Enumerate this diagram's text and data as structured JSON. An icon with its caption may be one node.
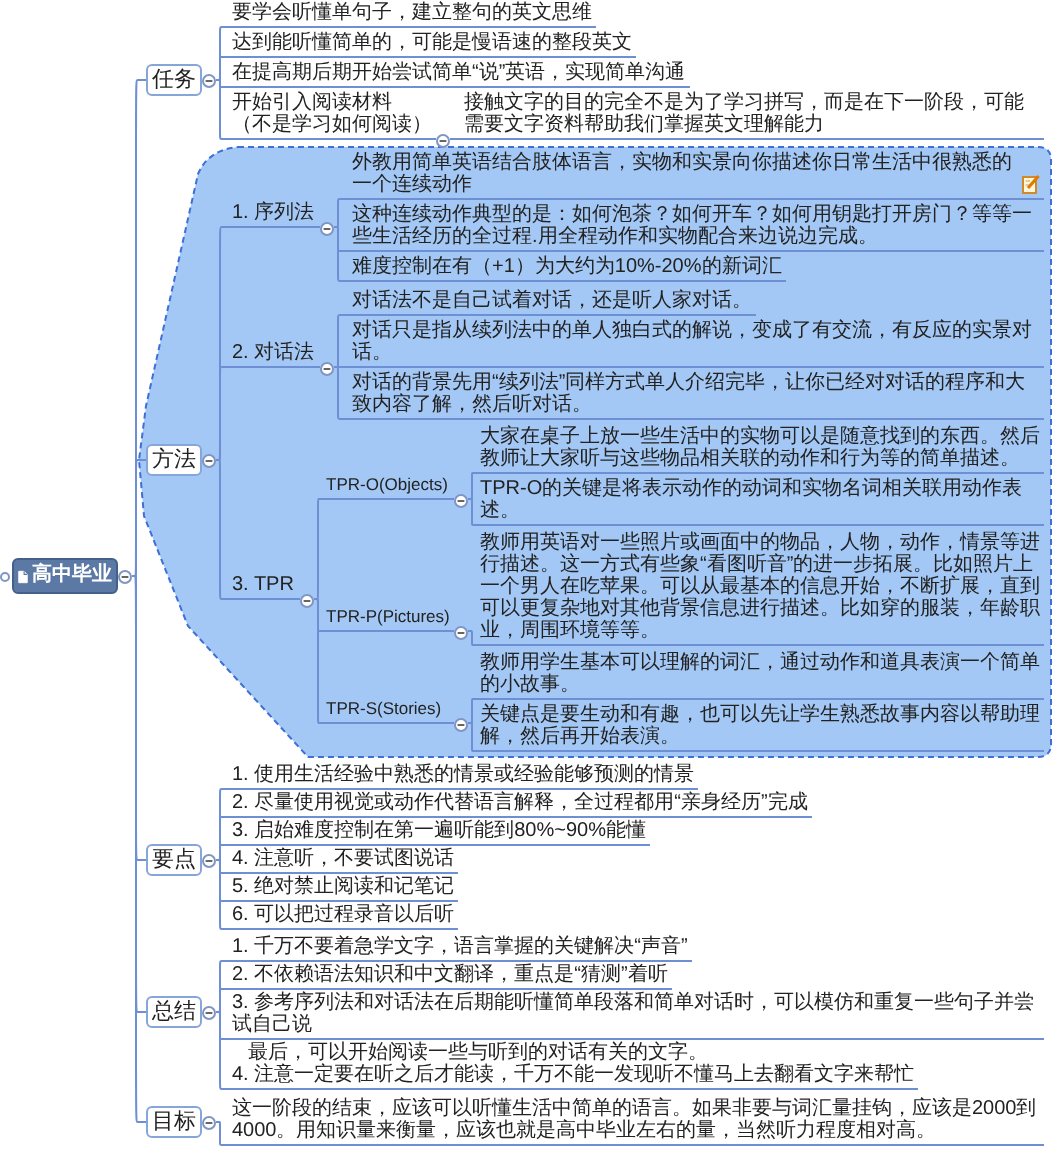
{
  "diagram": {
    "nodes": [
      {
        "text": [
          "高中毕业"
        ]
      },
      {
        "text": [
          "任务"
        ]
      },
      {
        "text": [
          "要学会听懂单句子，建立整句的英文思维"
        ]
      },
      {
        "text": [
          "达到能听懂简单的，可能是慢语速的整段英文"
        ]
      },
      {
        "text": [
          "在提高期后期开始尝试简单“说”英语，实现简单沟通"
        ]
      },
      {
        "text": [
          "开始引入阅读材料（不是学习如何阅读）"
        ]
      },
      {
        "text": [
          "接触文字的目的完全不是为了学习拼写，而是在下一阶段，可能需要文字资料帮助我们掌握英文理解能力"
        ]
      },
      {
        "text": [],
        "shape": "box"
      },
      {
        "text": [
          "方法"
        ],
        "in": 7
      },
      {
        "text": [
          "1. 序列法"
        ],
        "in": 7
      },
      {
        "text": [
          "外教用简单英语结合肢体语言，实物和实景向你描述你日常生活中很熟悉的一个连续动作"
        ],
        "in": 7
      },
      {
        "text": [
          "这种连续动作典型的是：如何泡茶？如何开车？如何用钥匙打开房门？等等一些生活经历的全过程.用全程动作和实物配合来边说边完成。"
        ],
        "in": 7
      },
      {
        "text": [
          "难度控制在有（+1）为大约为10%-20%的新词汇"
        ],
        "in": 7
      },
      {
        "text": [
          "2. 对话法"
        ],
        "in": 7
      },
      {
        "text": [
          "对话法不是自己试着对话，还是听人家对话。"
        ],
        "in": 7
      },
      {
        "text": [
          "对话只是指从续列法中的单人独白式的解说，变成了有交流，有反应的实景对话。"
        ],
        "in": 7
      },
      {
        "text": [
          "对话的背景先用“续列法”同样方式单人介绍完毕，让你已经对对话的程序和大致内容了解，然后听对话。"
        ],
        "in": 7
      },
      {
        "text": [
          "3. TPR"
        ],
        "in": 7
      },
      {
        "text": [
          "TPR-O(Objects)"
        ],
        "in": 7
      },
      {
        "text": [
          "大家在桌子上放一些生活中的实物可以是随意找到的东西。然后教师让大家听与这些物品相关联的动作和行为等的简单描述。"
        ],
        "in": 7
      },
      {
        "text": [
          "TPR-O的关键是将表示动作的动词和实物名词相关联用动作表述。"
        ],
        "in": 7
      },
      {
        "text": [
          "TPR-P(Pictures)"
        ],
        "in": 7
      },
      {
        "text": [
          "教师用英语对一些照片或画面中的物品，人物，动作，情景等进行描述。这一方式有些象“看图听音”的进一步拓展。比如照片上一个男人在吃苹果。可以从最基本的信息开始，不断扩展，直到可以更复杂地对其他背景信息进行描述。比如穿的服装，年龄职业，周围环境等等。"
        ],
        "in": 7
      },
      {
        "text": [
          "TPR-S(Stories)"
        ],
        "in": 7
      },
      {
        "text": [
          "教师用学生基本可以理解的词汇，通过动作和道具表演一个简单的小故事。"
        ],
        "in": 7
      },
      {
        "text": [
          "关键点是要生动和有趣，也可以先让学生熟悉故事内容以帮助理解，然后再开始表演。"
        ],
        "in": 7
      },
      {
        "text": [
          "要点"
        ]
      },
      {
        "text": [
          "1. 使用生活经验中熟悉的情景或经验能够预测的情景"
        ]
      },
      {
        "text": [
          "2. 尽量使用视觉或动作代替语言解释，全过程都用“亲身经历”完成"
        ]
      },
      {
        "text": [
          "3. 启始难度控制在第一遍听能到80%~90%能懂"
        ]
      },
      {
        "text": [
          "4. 注意听，不要试图说话"
        ]
      },
      {
        "text": [
          "5. 绝对禁止阅读和记笔记"
        ]
      },
      {
        "text": [
          "6. 可以把过程录音以后听"
        ]
      },
      {
        "text": [
          "总结"
        ]
      },
      {
        "text": [
          "1. 千万不要着急学文字，语言掌握的关键解决“声音”"
        ]
      },
      {
        "text": [
          "2. 不依赖语法知识和中文翻译，重点是“猜测”着听"
        ]
      },
      {
        "text": [
          "3. 参考序列法和对话法在后期能听懂简单段落和简单对话时，可以模仿和重复一些句子并尝试自己说"
        ]
      },
      {
        "text": [
          "最后，可以开始阅读一些与听到的对话有关的文字。",
          "4. 注意一定要在听之后才能读，千万不能一发现听不懂马上去翻看文字来帮忙"
        ]
      },
      {
        "text": [
          "目标"
        ]
      },
      {
        "text": [
          "这一阶段的结束，应该可以听懂生活中简单的语言。如果非要与词汇量挂钩，应该是2000到4000。用知识量来衡量，应该也就是高中毕业左右的量，当然听力程度相对高。"
        ]
      }
    ],
    "edges": [
      {
        "from": 0,
        "to": 1,
        "arrow": "none"
      },
      {
        "from": 0,
        "to": 8,
        "arrow": "none"
      },
      {
        "from": 0,
        "to": 26,
        "arrow": "none"
      },
      {
        "from": 0,
        "to": 33,
        "arrow": "none"
      },
      {
        "from": 0,
        "to": 38,
        "arrow": "none"
      },
      {
        "from": 1,
        "to": 2,
        "arrow": "none"
      },
      {
        "from": 1,
        "to": 3,
        "arrow": "none"
      },
      {
        "from": 1,
        "to": 4,
        "arrow": "none"
      },
      {
        "from": 1,
        "to": 5,
        "arrow": "none"
      },
      {
        "from": 5,
        "to": 6,
        "arrow": "none"
      },
      {
        "from": 8,
        "to": 9,
        "arrow": "none"
      },
      {
        "from": 8,
        "to": 13,
        "arrow": "none"
      },
      {
        "from": 8,
        "to": 17,
        "arrow": "none"
      },
      {
        "from": 9,
        "to": 10,
        "arrow": "none"
      },
      {
        "from": 9,
        "to": 11,
        "arrow": "none"
      },
      {
        "from": 9,
        "to": 12,
        "arrow": "none"
      },
      {
        "from": 13,
        "to": 14,
        "arrow": "none"
      },
      {
        "from": 13,
        "to": 15,
        "arrow": "none"
      },
      {
        "from": 13,
        "to": 16,
        "arrow": "none"
      },
      {
        "from": 17,
        "to": 18,
        "arrow": "none"
      },
      {
        "from": 17,
        "to": 21,
        "arrow": "none"
      },
      {
        "from": 17,
        "to": 23,
        "arrow": "none"
      },
      {
        "from": 18,
        "to": 19,
        "arrow": "none"
      },
      {
        "from": 18,
        "to": 20,
        "arrow": "none"
      },
      {
        "from": 21,
        "to": 22,
        "arrow": "none"
      },
      {
        "from": 23,
        "to": 24,
        "arrow": "none"
      },
      {
        "from": 23,
        "to": 25,
        "arrow": "none"
      },
      {
        "from": 26,
        "to": 27,
        "arrow": "none"
      },
      {
        "from": 26,
        "to": 28,
        "arrow": "none"
      },
      {
        "from": 26,
        "to": 29,
        "arrow": "none"
      },
      {
        "from": 26,
        "to": 30,
        "arrow": "none"
      },
      {
        "from": 26,
        "to": 31,
        "arrow": "none"
      },
      {
        "from": 26,
        "to": 32,
        "arrow": "none"
      },
      {
        "from": 33,
        "to": 34,
        "arrow": "none"
      },
      {
        "from": 33,
        "to": 35,
        "arrow": "none"
      },
      {
        "from": 33,
        "to": 36,
        "arrow": "none"
      },
      {
        "from": 33,
        "to": 37,
        "arrow": "none"
      },
      {
        "from": 38,
        "to": 39,
        "arrow": "none"
      }
    ]
  }
}
